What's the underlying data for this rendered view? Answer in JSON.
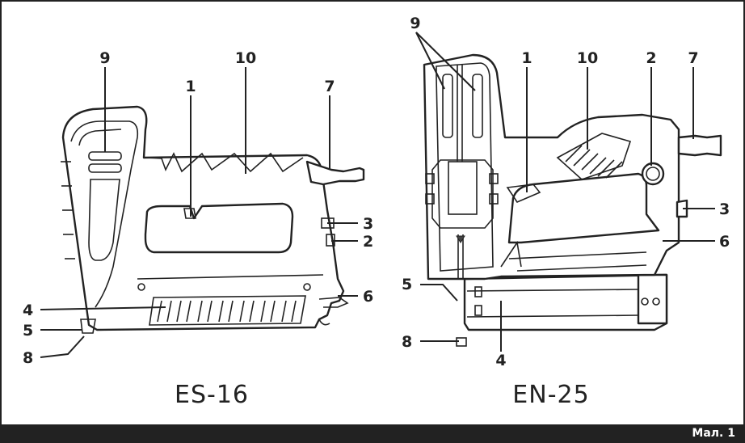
{
  "models": {
    "left": "ES-16",
    "right": "EN-25"
  },
  "figure_label": "Мал. 1",
  "left_callouts": [
    "9",
    "10",
    "1",
    "7",
    "3",
    "2",
    "6",
    "4",
    "5",
    "8"
  ],
  "right_callouts": [
    "9",
    "1",
    "10",
    "2",
    "7",
    "3",
    "6",
    "5",
    "4",
    "8"
  ]
}
